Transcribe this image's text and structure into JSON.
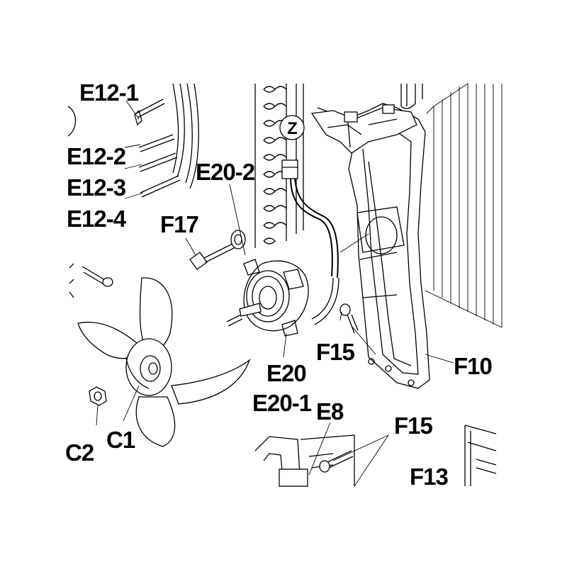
{
  "diagram": {
    "labels": {
      "e12_1": "E12-1",
      "e12_2": "E12-2",
      "e12_3": "E12-3",
      "e12_4": "E12-4",
      "e20_2": "E20-2",
      "f17": "F17",
      "z": "Z",
      "f15_a": "F15",
      "f10": "F10",
      "e20": "E20",
      "e20_1": "E20-1",
      "e8": "E8",
      "f15_b": "F15",
      "f13": "F13",
      "c2": "C2",
      "c1": "C1"
    }
  }
}
